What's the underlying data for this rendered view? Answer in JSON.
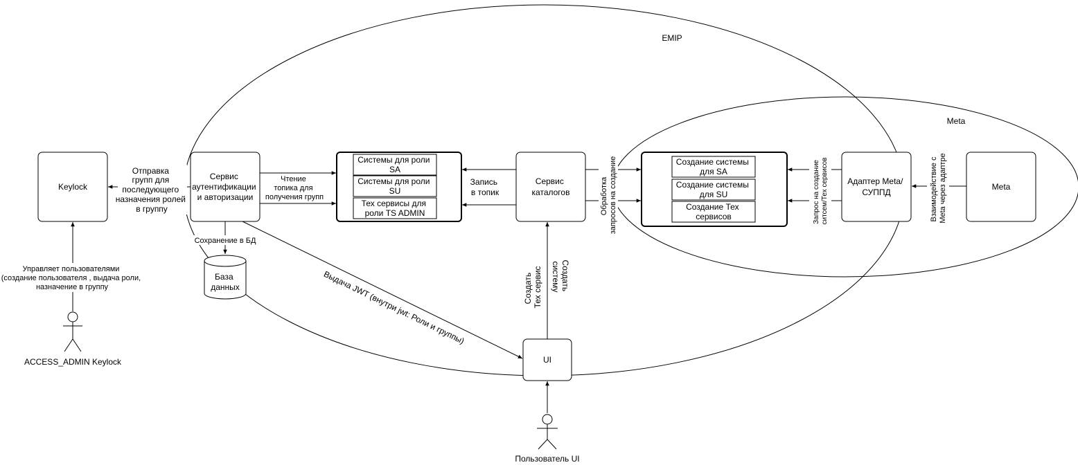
{
  "regions": {
    "emip": "EMIP",
    "meta": "Meta"
  },
  "nodes": {
    "keylock": "Keylock",
    "auth_service": [
      "Сервис",
      "аутентификации",
      "и авторизации"
    ],
    "database": [
      "База",
      "данных"
    ],
    "topics": {
      "sa": [
        "Системы для роли",
        "SA"
      ],
      "su": [
        "Системы  для роли",
        "SU"
      ],
      "ts": [
        "Тех сервисы для",
        "роли TS ADMIN"
      ]
    },
    "catalog_service": [
      "Сервис",
      "каталогов"
    ],
    "creation": {
      "sa": [
        "Создание системы",
        "для SA"
      ],
      "su": [
        "Создание системы",
        "для SU"
      ],
      "ts": [
        "Создание Тех",
        "сервисов"
      ]
    },
    "adapter": [
      "Адаптер Meta/",
      "СУППД"
    ],
    "meta": "Meta",
    "ui": "UI"
  },
  "actors": {
    "access_admin": "ACCESS_ADMIN Keylock",
    "ui_user": "Пользователь UI"
  },
  "edges": {
    "send_groups": [
      "Отправка",
      "групп для",
      "последующего",
      "назначения ролей",
      "в группу"
    ],
    "read_topic": [
      "Чтение",
      "топика для",
      "получения групп"
    ],
    "save_db": "Сохранение в БД",
    "manage_users": [
      "Управляет пользователями",
      "(создание пользователя , выдача роли,",
      "назначение в группу"
    ],
    "issue_jwt": "Выдача JWT (внутри jwt: Роли и группы)",
    "write_topic": [
      "Запись",
      "в топик"
    ],
    "process_requests": [
      "Обработка",
      "запросов на создание"
    ],
    "create_tech_service": [
      "Создать",
      "Тех сервис"
    ],
    "create_system": [
      "Создать",
      "систему"
    ],
    "creation_request": [
      "Запрос на создание",
      "ситсем/Тех сервисов"
    ],
    "meta_interaction": [
      "Взаимодействие с",
      "Meta через адаптре"
    ]
  }
}
